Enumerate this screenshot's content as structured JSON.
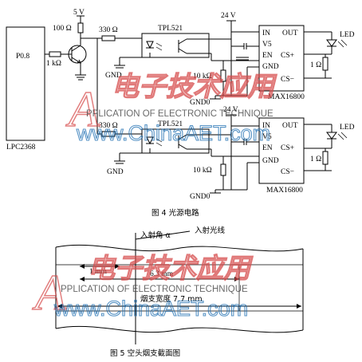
{
  "figure4": {
    "caption": "图 4   光源电路",
    "mcu": {
      "name": "LPC2368",
      "pin": "P0.8"
    },
    "supply_5v": "5 V",
    "supply_24v": "24 V",
    "r_100": "100 Ω",
    "r_330_top": "330 Ω",
    "r_330_bottom": "330 Ω",
    "r_1k": "1 kΩ",
    "opto_top": "TPL521",
    "opto_bottom": "TPL521",
    "gnd_top": "GND",
    "gnd_bottom": "GND",
    "r_10k_top": "10 kΩ",
    "r_10k_bottom": "10 kΩ",
    "gnd0_top": "GND0",
    "gnd0_bottom": "GND0",
    "driver_top": {
      "name": "MAX16800",
      "pins_left": [
        "IN",
        "V5",
        "EN",
        "GND"
      ],
      "pins_right": [
        "OUT",
        "CS+",
        "CS−"
      ]
    },
    "driver_bottom": {
      "name": "MAX16800",
      "pins_left": [
        "IN",
        "V5",
        "EN",
        "GND"
      ],
      "pins_right": [
        "OUT",
        "CS+",
        "CS−"
      ]
    },
    "r_1_top": "1 Ω",
    "r_1_bottom": "1 Ω",
    "led_top": "LED",
    "led_bottom": "LED"
  },
  "figure5": {
    "caption": "图 5   空头烟支截面图",
    "label_angle": "入射角 α",
    "label_ray": "入射光线",
    "dim_1mm": "1 mm",
    "dim_63": "6.3 mm",
    "dim_width": "烟支宽度 7.7 mm"
  },
  "watermark": {
    "letter": "A",
    "chinese": "电子技术应用",
    "english": "PPLICATION OF ELECTRONIC TECHNIQUE",
    "url": "www.ChinaAET.com"
  }
}
